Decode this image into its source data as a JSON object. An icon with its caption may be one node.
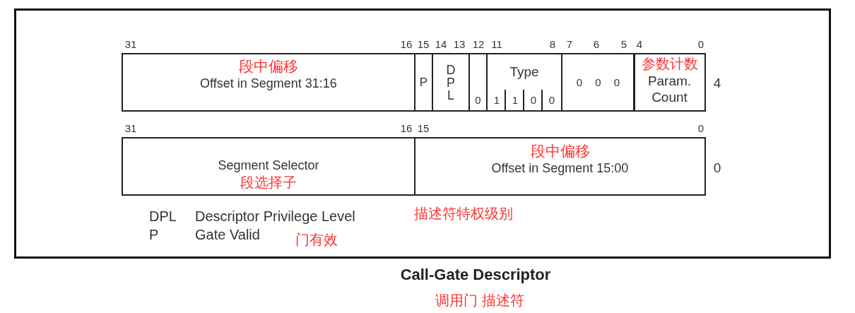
{
  "diagram": {
    "title": "Call-Gate Descriptor",
    "caption": "调用门 描述符",
    "nodes": [
      {
        "text": [
          "段中偏移",
          "Offset in Segment 31:16"
        ]
      },
      {
        "text": [
          "P"
        ]
      },
      {
        "text": [
          "D P L"
        ]
      },
      {
        "text": [
          "0"
        ]
      },
      {
        "text": [
          "Type"
        ]
      },
      {
        "text": [
          "1"
        ],
        "in": 4
      },
      {
        "text": [
          "1"
        ],
        "in": 4
      },
      {
        "text": [
          "0"
        ],
        "in": 4
      },
      {
        "text": [
          "0"
        ],
        "in": 4
      },
      {
        "text": [
          "0 0 0"
        ]
      },
      {
        "text": [
          "参数计数",
          "Param. Count"
        ]
      },
      {
        "text": [
          "Segment Selector",
          "段选择子"
        ]
      },
      {
        "text": [
          "段中偏移",
          "Offset in Segment 15:00"
        ]
      }
    ],
    "labels": [
      "31",
      "16",
      "15",
      "14",
      "13",
      "12",
      "11",
      "8",
      "7",
      "6",
      "5",
      "4",
      "0",
      "4",
      "31",
      "16",
      "15",
      "0",
      "0",
      "DPL",
      "Descriptor Privilege Level",
      "描述符特权级别",
      "P",
      "Gate Valid",
      "门有效"
    ]
  }
}
